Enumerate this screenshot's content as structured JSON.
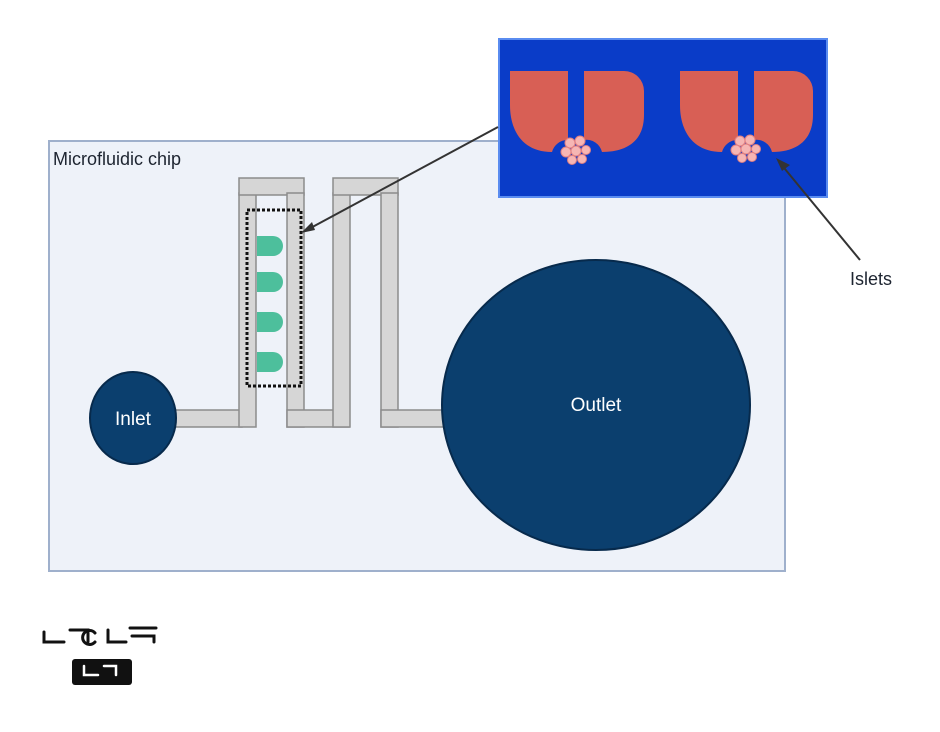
{
  "diagram": {
    "chip_label": "Microfluidic chip",
    "inlet_label": "Inlet",
    "outlet_label": "Outlet",
    "islets_label": "Islets"
  },
  "colors": {
    "chip_fill": "#eef2f9",
    "chip_border": "#9fb0cc",
    "channel_fill": "#d6d6d6",
    "channel_stroke": "#8c8c8c",
    "port_fill": "#0b3f6e",
    "port_stroke": "#072a4c",
    "trap_green": "#4dbf9c",
    "inset_bg": "#0a3cc8",
    "inset_trap": "#d85f55",
    "islet_pink": "#f6b6b4",
    "leader_line": "#333333"
  },
  "icons": {
    "logo": "watermark-logo"
  }
}
